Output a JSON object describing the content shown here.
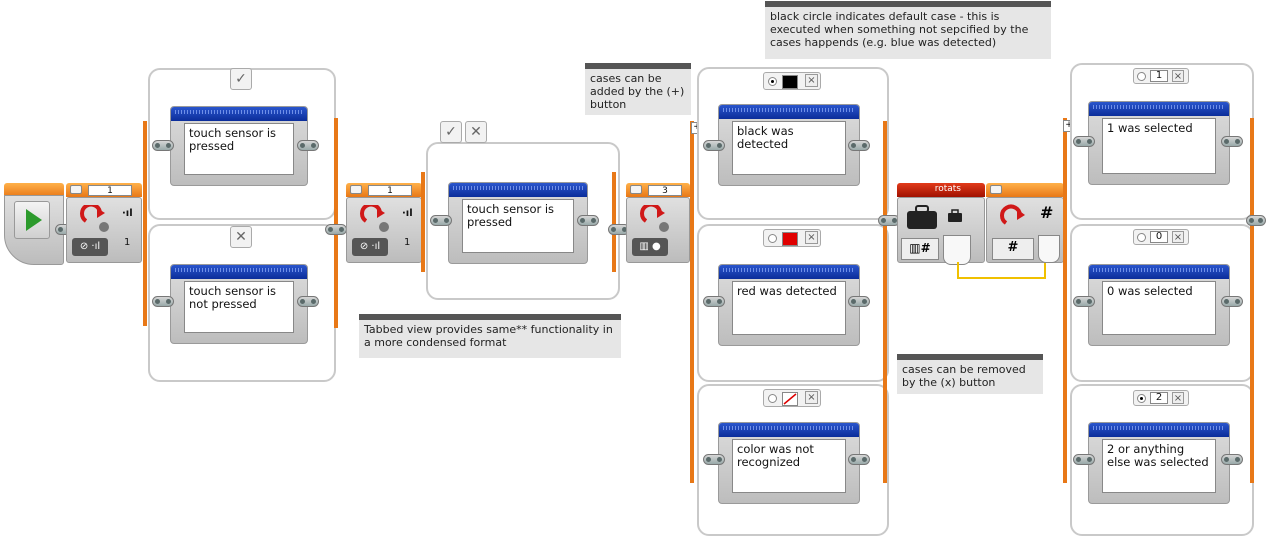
{
  "comments": {
    "cases_add": "cases can be added by the (+) button",
    "default_case": "black circle indicates default case - this is executed when something not sepcified by the cases happends (e.g. blue was detected)",
    "tabbed_view": "Tabbed view provides same** functionality in a more condensed format",
    "cases_remove": "cases can be removed by the (x) button"
  },
  "switch1": {
    "port": "1",
    "compare_value": "1",
    "case_true_text": "touch sensor is pressed",
    "case_false_text": "touch sensor is not pressed",
    "true_icon": "✓",
    "false_icon": "✕"
  },
  "switch2": {
    "port": "1",
    "compare_value": "1",
    "case_text": "touch sensor is pressed",
    "tab_true": "✓",
    "tab_false": "✕"
  },
  "switch3": {
    "port": "3",
    "case_black_text": "black was detected",
    "case_red_text": "red was detected",
    "case_none_text": "color was not recognized",
    "add_label": "+",
    "remove_label": "×"
  },
  "motor_block": {
    "header": "rotats"
  },
  "switch4": {
    "add_label": "+",
    "case_1_value": "1",
    "case_0_value": "0",
    "case_2_value": "2",
    "case_1_text": "1 was selected",
    "case_0_text": "0 was selected",
    "case_2_text": "2 or anything else was selected",
    "numeric_symbol": "#",
    "remove_label": "×"
  },
  "colors": {
    "orange": "#e87817",
    "blue": "#0b2d9a",
    "green_play": "#2c9a2c",
    "red": "#e00000"
  }
}
